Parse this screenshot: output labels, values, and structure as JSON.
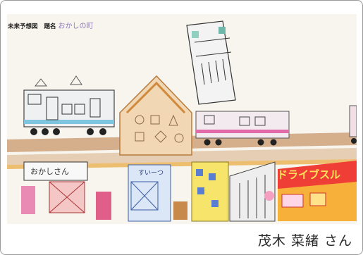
{
  "header": {
    "category": "未来予想図",
    "title_label": "題名",
    "title_value": "おかしの町"
  },
  "drawing": {
    "signs": {
      "okashi_san": "おかしさん",
      "sweets": "すいーつ",
      "drive_through": "ドライブスル"
    }
  },
  "caption": {
    "artist": "茂木 菜緒 さん"
  }
}
